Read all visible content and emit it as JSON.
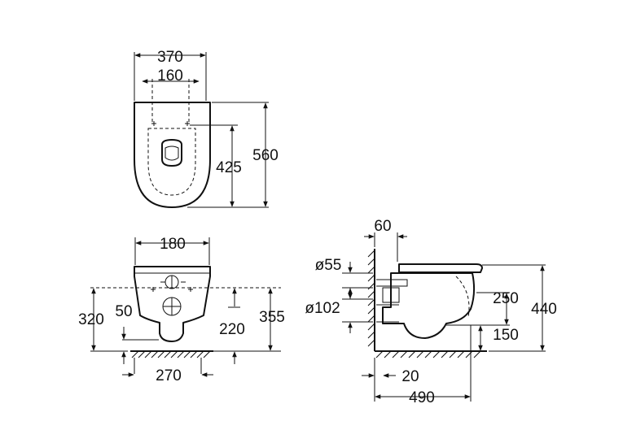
{
  "diagram": {
    "top_view": {
      "width_overall": "370",
      "fixing_spacing": "160",
      "fixing_to_front": "425",
      "length_overall": "560"
    },
    "front_view": {
      "fixing_spacing": "180",
      "bottom_to_fixing": "320",
      "outlet_height": "50",
      "bowl_height": "220",
      "rim_height": "355",
      "fixing_base_width": "270"
    },
    "side_view": {
      "wall_gap": "60",
      "inlet_diameter": "ø55",
      "outlet_diameter": "ø102",
      "inlet_height": "250",
      "overall_height": "440",
      "outlet_center_height": "150",
      "wall_offset": "20",
      "projection": "490"
    }
  }
}
